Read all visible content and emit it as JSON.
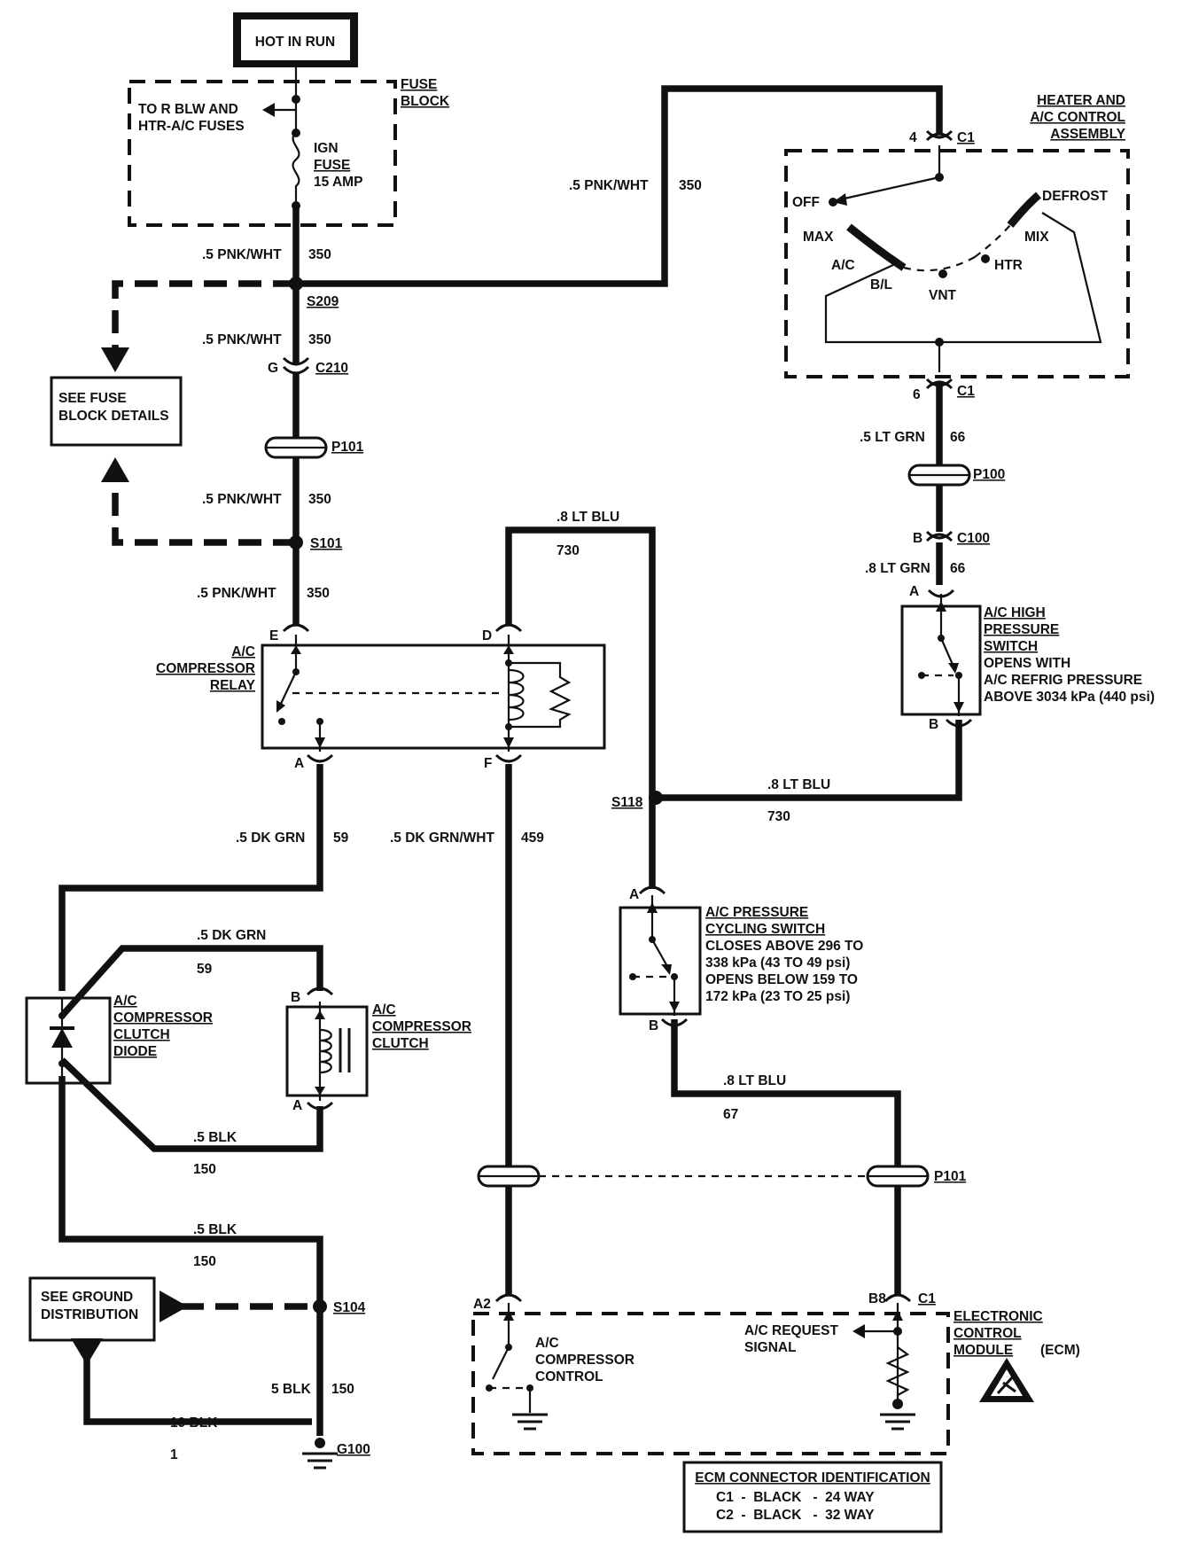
{
  "labels": {
    "hot_in_run": "HOT IN RUN",
    "fuse_block": [
      "FUSE",
      "BLOCK"
    ],
    "to_rblw": [
      "TO R BLW AND",
      "HTR-A/C FUSES"
    ],
    "ign_fuse": [
      "IGN",
      "FUSE",
      "15 AMP"
    ],
    "see_fuse_block": [
      "SEE FUSE",
      "BLOCK DETAILS"
    ],
    "heater_assembly": [
      "HEATER AND",
      "A/C CONTROL",
      "ASSEMBLY"
    ],
    "selector": {
      "off": "OFF",
      "max": "MAX",
      "ac": "A/C",
      "bl": "B/L",
      "vnt": "VNT",
      "htr": "HTR",
      "mix": "MIX",
      "defrost": "DEFROST"
    },
    "compressor_relay": [
      "A/C",
      "COMPRESSOR",
      "RELAY"
    ],
    "high_pressure_switch": [
      "A/C HIGH",
      "PRESSURE",
      "SWITCH",
      "OPENS WITH",
      "A/C REFRIG PRESSURE",
      "ABOVE 3034 kPa (440 psi)"
    ],
    "cycling_switch": [
      "A/C PRESSURE",
      "CYCLING SWITCH",
      "CLOSES ABOVE 296 TO",
      "338 kPa (43 TO 49 psi)",
      "OPENS BELOW 159 TO",
      "172 kPa (23 TO 25 psi)"
    ],
    "clutch_diode": [
      "A/C",
      "COMPRESSOR",
      "CLUTCH",
      "DIODE"
    ],
    "compressor_clutch": [
      "A/C",
      "COMPRESSOR",
      "CLUTCH"
    ],
    "see_ground": [
      "SEE GROUND",
      "DISTRIBUTION"
    ],
    "compressor_control": [
      "A/C",
      "COMPRESSOR",
      "CONTROL"
    ],
    "ac_request": [
      "A/C REQUEST",
      "SIGNAL"
    ],
    "ecm": [
      "ELECTRONIC",
      "CONTROL",
      "MODULE",
      "(ECM)"
    ],
    "ecm_id": {
      "title": "ECM CONNECTOR IDENTIFICATION",
      "rows": [
        "C1  -  BLACK   -  24 WAY",
        "C2  -  BLACK   -  32 WAY"
      ]
    }
  },
  "connectors": {
    "c1": "C1",
    "c210": "C210",
    "c100": "C100",
    "s209": "S209",
    "s101": "S101",
    "s118": "S118",
    "s104": "S104",
    "p101": "P101",
    "p100": "P100",
    "g100": "G100",
    "pin_4": "4",
    "pin_6": "6",
    "pin_g": "G",
    "pin_b": "B",
    "pin_a": "A",
    "pin_e": "E",
    "pin_d": "D",
    "pin_f": "F",
    "pin_a2": "A2",
    "pin_b8": "B8"
  },
  "wires": {
    "w350_a": ".5 PNK/WHT",
    "w350_a_num": "350",
    "w350_b": ".5 PNK/WHT",
    "w350_b_num": "350",
    "w350_c": ".5 PNK/WHT",
    "w350_c_num": "350",
    "w350_d": ".5 PNK/WHT",
    "w350_d_num": "350",
    "w350_e": ".5 PNK/WHT",
    "w350_e_num": "350",
    "w66_a": ".5 LT GRN",
    "w66_a_num": "66",
    "w66_b": ".8 LT GRN",
    "w66_b_num": "66",
    "w730_a": ".8 LT BLU",
    "w730_a_num": "730",
    "w730_b": ".8 LT BLU",
    "w730_b_num": "730",
    "w59_a": ".5 DK GRN",
    "w59_a_num": "59",
    "w459": ".5 DK GRN/WHT",
    "w459_num": "459",
    "w59_b": ".5 DK GRN",
    "w59_b_num": "59",
    "w150_a": ".5 BLK",
    "w150_a_num": "150",
    "w150_b": ".5 BLK",
    "w150_b_num": "150",
    "w150_c": "5 BLK",
    "w150_c_num": "150",
    "w67": ".8 LT BLU",
    "w67_num": "67",
    "w1": "19 BLK",
    "w1_num": "1"
  }
}
